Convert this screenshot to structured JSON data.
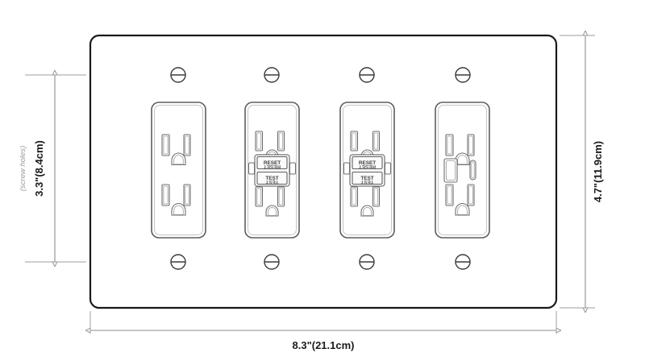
{
  "drawing": {
    "title": "4-gang wall plate outlet dimension drawing",
    "background_color": "#ffffff",
    "outline_color": "#1a1a1a",
    "dimension_color": "#8c8c8c",
    "note_color": "#9a9a9a"
  },
  "dimensions": {
    "height_overall": {
      "label": "4.7\"(11.9cm)",
      "position": "right",
      "orientation": "vertical"
    },
    "height_screw_holes": {
      "label": "3.3\"(8.4cm)",
      "note": "(screw holes)",
      "position": "left",
      "orientation": "vertical"
    },
    "width_overall": {
      "label": "8.3\"(21.1cm)",
      "position": "bottom",
      "orientation": "horizontal"
    }
  },
  "plate": {
    "name": "wall-plate",
    "gangs": 4
  },
  "screws": {
    "count": 8,
    "type": "slotted",
    "rows": [
      "top",
      "bottom"
    ],
    "per_row": 4
  },
  "outlets": [
    {
      "index": 1,
      "type": "duplex-receptacle",
      "name": "outlet-standard-left",
      "has_gfci": false,
      "has_extra_slot": false
    },
    {
      "index": 2,
      "type": "gfci-receptacle",
      "name": "outlet-gfci-1",
      "has_gfci": true,
      "has_extra_slot": false,
      "reset_label": "RESET",
      "test_label": "TEST"
    },
    {
      "index": 3,
      "type": "gfci-receptacle",
      "name": "outlet-gfci-2",
      "has_gfci": true,
      "has_extra_slot": false,
      "reset_label": "RESET",
      "test_label": "TEST"
    },
    {
      "index": 4,
      "type": "duplex-receptacle-usb",
      "name": "outlet-standard-right",
      "has_gfci": false,
      "has_extra_slot": true
    }
  ]
}
